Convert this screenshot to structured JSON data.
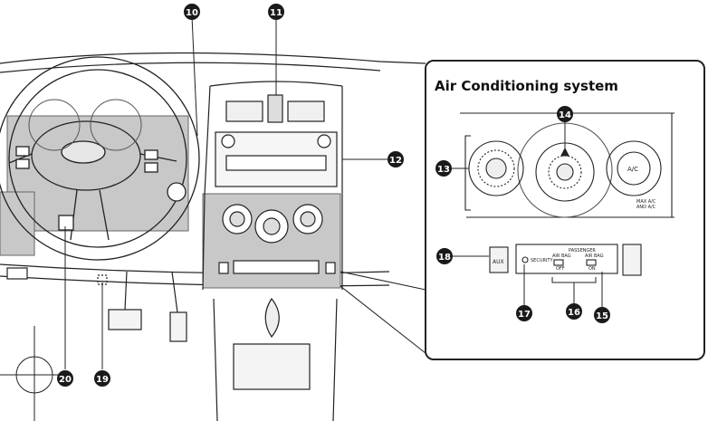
{
  "panel": {
    "title": "Air Conditioning system",
    "knob_right_label": "A/C",
    "knob_right_caption_1": "MAX A/C",
    "knob_right_caption_2": "AND A/C",
    "aux_label": "AUX",
    "security_label": "SECURITY",
    "passenger_label": "PASSENGER",
    "airbag_off_label_1": "AIR BAG",
    "airbag_off_label_2": "OFF",
    "airbag_on_label_1": "AIR BAG",
    "airbag_on_label_2": "ON"
  },
  "callouts": {
    "c10": "10",
    "c11": "11",
    "c12": "12",
    "c13": "13",
    "c14": "14",
    "c15": "15",
    "c16": "16",
    "c17": "17",
    "c18": "18",
    "c19": "19",
    "c20": "20"
  },
  "colors": {
    "line": "#222222",
    "highlight": "#c8c8c8",
    "callout_fill": "#1a1a1a"
  }
}
